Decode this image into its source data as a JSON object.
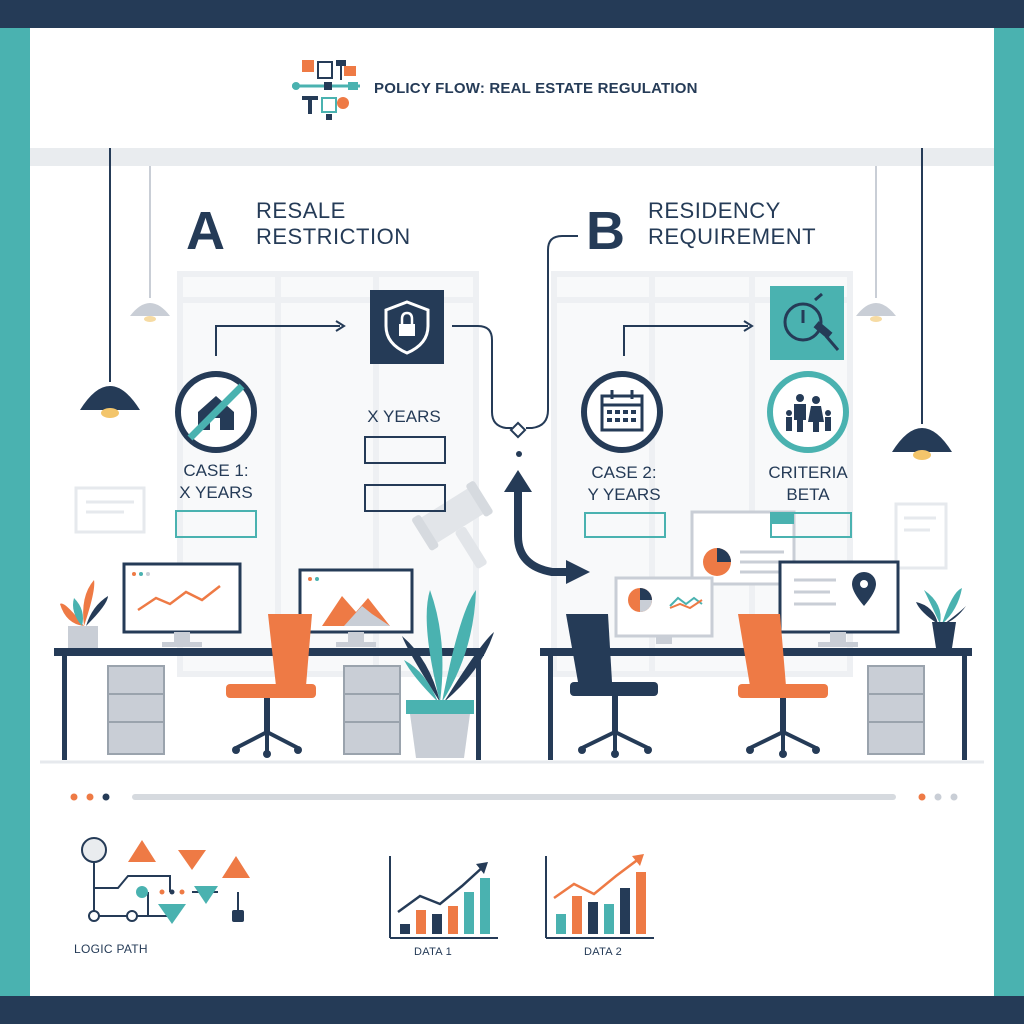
{
  "header": {
    "title": "POLICY FLOW: REAL ESTATE REGULATION"
  },
  "section_a": {
    "letter": "A",
    "title_line1": "RESALE",
    "title_line2": "RESTRICTION",
    "case_line1": "CASE 1:",
    "case_line2": "X YEARS",
    "years_label": "X YEARS"
  },
  "section_b": {
    "letter": "B",
    "title_line1": "RESIDENCY",
    "title_line2": "REQUIREMENT",
    "case_line1": "CASE 2:",
    "case_line2": "Y YEARS",
    "criteria_line1": "CRITERIA",
    "criteria_line2": "BETA"
  },
  "footer": {
    "logic_label": "LOGIC PATH",
    "data1_label": "DATA 1",
    "data2_label": "DATA 2"
  },
  "colors": {
    "navy": "#253b57",
    "teal": "#4ab2b0",
    "orange": "#ee7a45",
    "light_gray": "#eef0f3",
    "mid_gray": "#c9ced6"
  },
  "icons": [
    "house-crossed-icon",
    "shield-lock-icon",
    "calendar-icon",
    "timer-gavel-icon",
    "family-icon",
    "gavel-icon",
    "map-pin-icon",
    "logic-path-icon",
    "bar-chart-icon"
  ]
}
